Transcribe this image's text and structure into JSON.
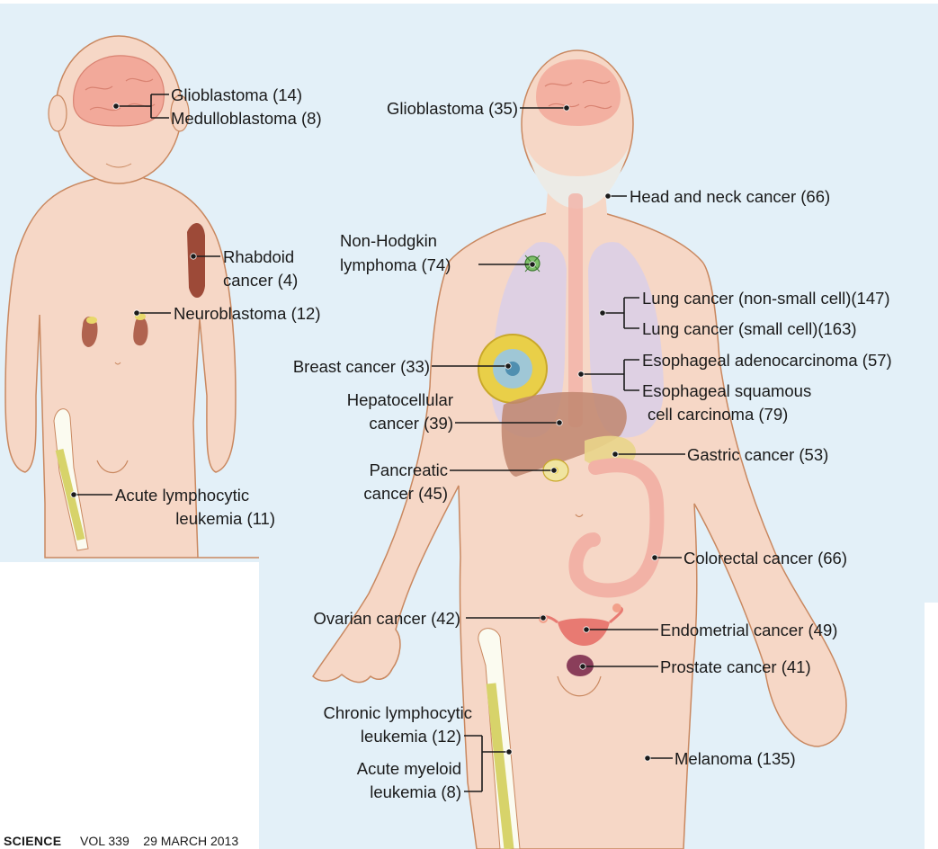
{
  "colors": {
    "background": "#e3f0f8",
    "skin": "#f6d7c6",
    "skin_outline": "#c98860",
    "lung": "#dccfe6",
    "brain": "#f2a99a",
    "bone_marrow": "#d7d36a",
    "liver": "#c0866f",
    "breast_tumor": "#e9cf48",
    "colon": "#f2b2a6",
    "prostate": "#8a3e5a",
    "muscle": "#9d4a38",
    "label_text": "#1a1a1a"
  },
  "child": {
    "glioblastoma": "Glioblastoma (14)",
    "medulloblastoma": "Medulloblastoma (8)",
    "rhabdoid_l1": "Rhabdoid",
    "rhabdoid_l2": "cancer (4)",
    "neuroblastoma": "Neuroblastoma (12)",
    "all_l1": "Acute lymphocytic",
    "all_l2": "leukemia (11)"
  },
  "adult": {
    "glioblastoma": "Glioblastoma (35)",
    "head_neck": "Head and neck cancer (66)",
    "nhl_l1": "Non-Hodgkin",
    "nhl_l2": "lymphoma (74)",
    "lung_nsc": "Lung cancer (non-small cell)(147)",
    "lung_sc": "Lung cancer (small cell)(163)",
    "breast": "Breast cancer (33)",
    "eso_adeno": "Esophageal adenocarcinoma (57)",
    "eso_squam_l1": "Esophageal squamous",
    "eso_squam_l2": "cell carcinoma (79)",
    "hcc_l1": "Hepatocellular",
    "hcc_l2": "cancer (39)",
    "gastric": "Gastric cancer (53)",
    "pancreatic_l1": "Pancreatic",
    "pancreatic_l2": "cancer (45)",
    "colorectal": "Colorectal cancer (66)",
    "ovarian": "Ovarian cancer (42)",
    "endometrial": "Endometrial cancer (49)",
    "prostate": "Prostate cancer (41)",
    "cll_l1": "Chronic lymphocytic",
    "cll_l2": "leukemia (12)",
    "aml_l1": "Acute myeloid",
    "aml_l2": "leukemia (8)",
    "melanoma": "Melanoma (135)"
  },
  "footer": {
    "journal": "SCIENCE",
    "citation": "VOL 339    29 MARCH 2013"
  },
  "icons": [
    "brain-icon",
    "kidney-icon",
    "lung-icon",
    "liver-icon",
    "stomach-icon",
    "colon-icon",
    "uterus-icon",
    "prostate-icon",
    "femur-icon",
    "lymph-node-icon",
    "breast-tumor-icon",
    "pancreas-icon"
  ]
}
